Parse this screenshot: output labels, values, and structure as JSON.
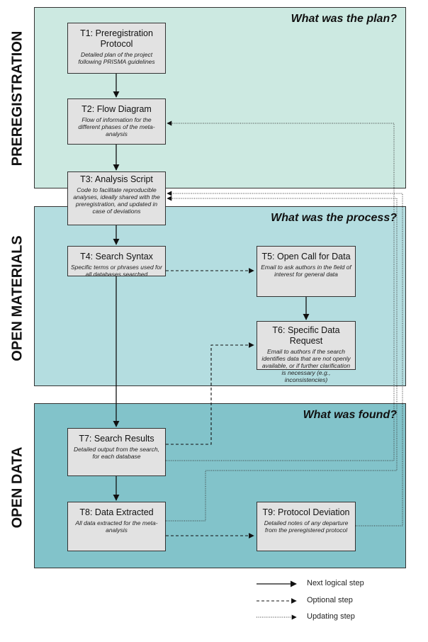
{
  "sections": {
    "preregistration": {
      "label": "PREREGISTRATION",
      "question": "What was the plan?"
    },
    "materials": {
      "label": "OPEN MATERIALS",
      "question": "What was the process?"
    },
    "data": {
      "label": "OPEN DATA",
      "question": "What was found?"
    }
  },
  "boxes": {
    "t1": {
      "title": "T1: Preregistration Protocol",
      "desc": "Detailed plan of the project following PRISMA guidelines"
    },
    "t2": {
      "title": "T2: Flow Diagram",
      "desc": "Flow of information for the different phases of the meta-analysis"
    },
    "t3": {
      "title": "T3: Analysis Script",
      "desc": "Code to facilitate reproducible analyses, ideally shared with the preregistration, and updated in case of deviations"
    },
    "t4": {
      "title": "T4: Search Syntax",
      "desc": "Specific terms or phrases used for all databases searched"
    },
    "t5": {
      "title": "T5: Open Call for Data",
      "desc": "Email to ask authors in the field of interest for general data"
    },
    "t6": {
      "title": "T6: Specific Data Request",
      "desc": "Email to authors if the search identifies data that are not openly available, or if further clarification is necessary (e.g., inconsistencies)"
    },
    "t7": {
      "title": "T7: Search Results",
      "desc": "Detailed output from the search, for each database"
    },
    "t8": {
      "title": "T8: Data Extracted",
      "desc": "All data extracted for the meta-analysis"
    },
    "t9": {
      "title": "T9: Protocol Deviation",
      "desc": "Detailed notes of any departure from the preregistered protocol"
    }
  },
  "legend": {
    "next": "Next logical step",
    "optional": "Optional step",
    "updating": "Updating step"
  }
}
